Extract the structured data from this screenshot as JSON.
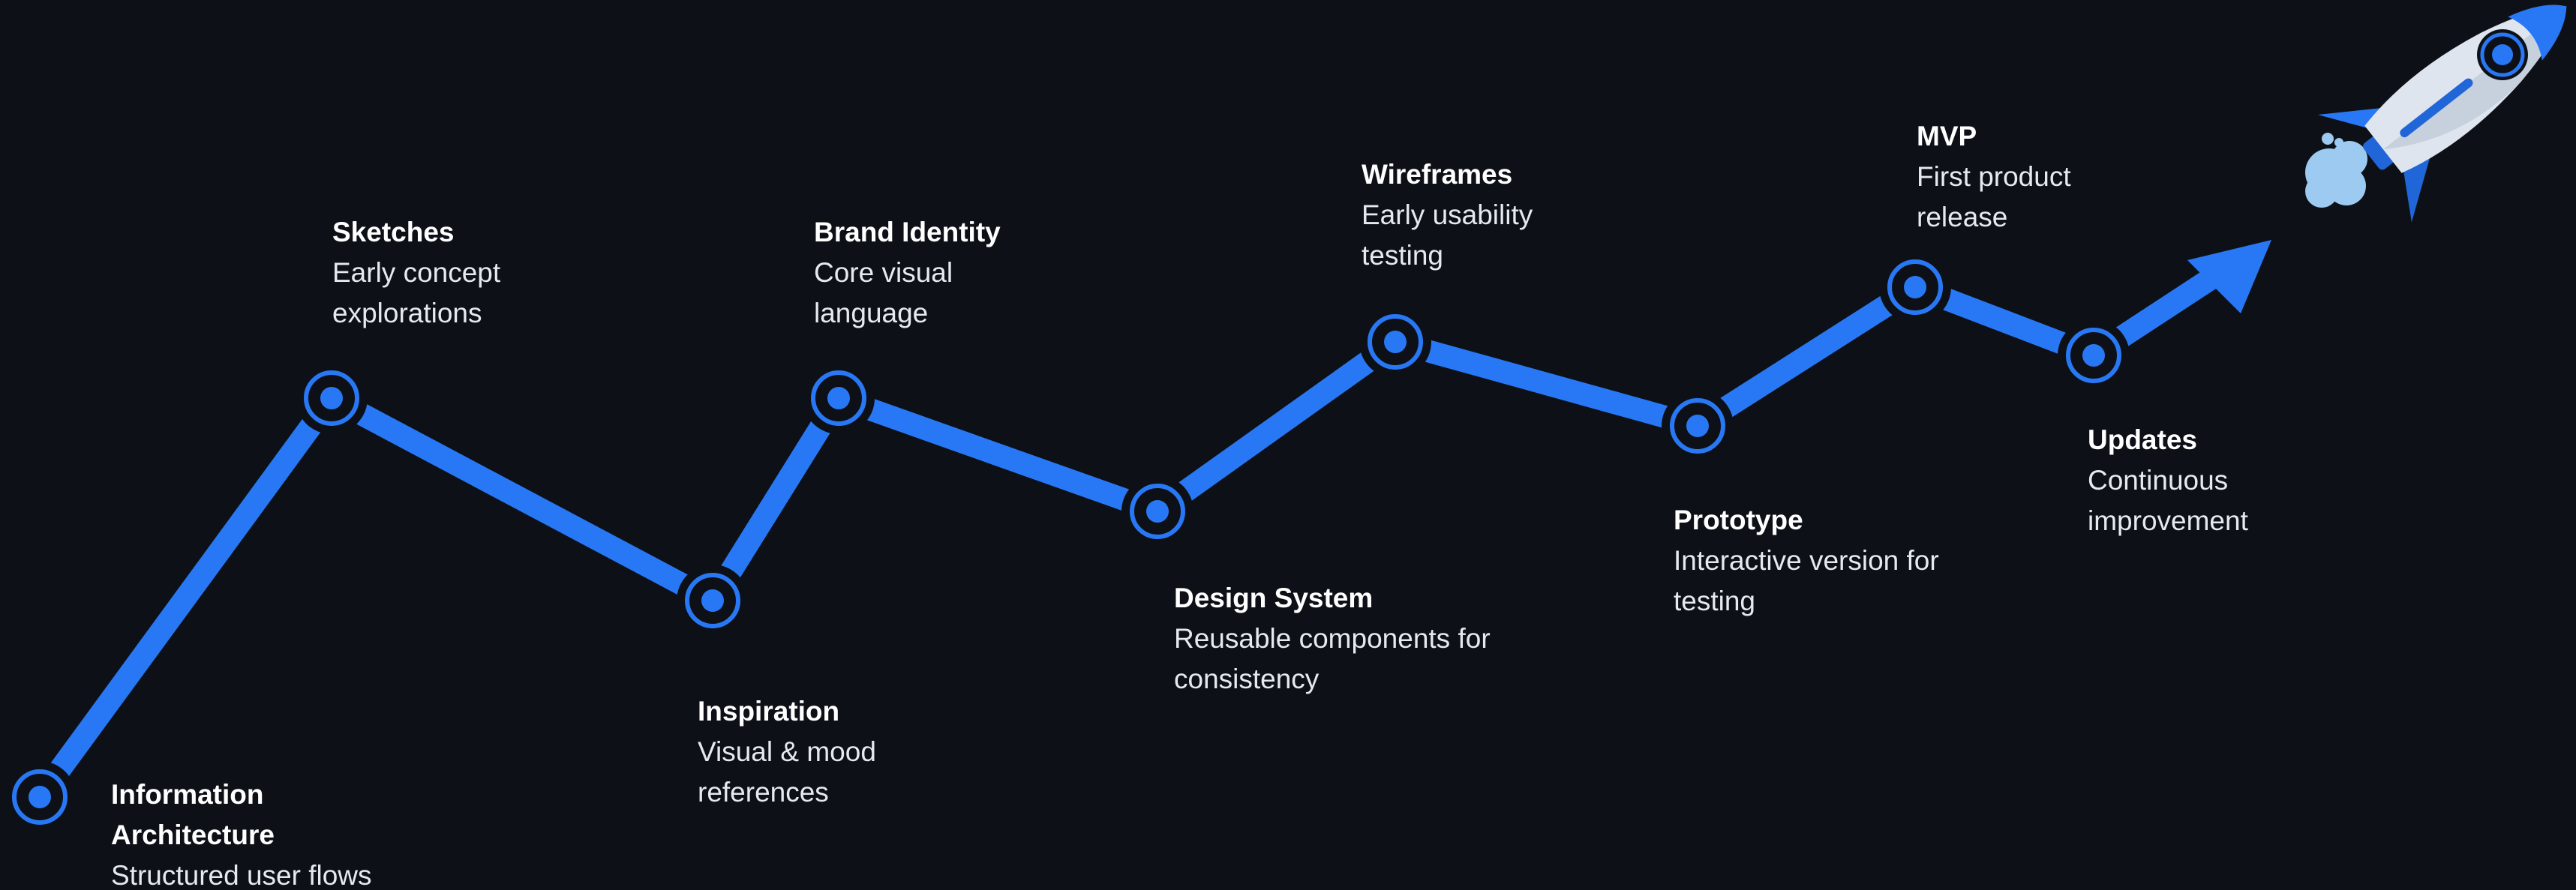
{
  "colors": {
    "background": "#0d1117",
    "accent": "#2878f5",
    "text": "#ffffff"
  },
  "milestones": [
    {
      "title": "Information Architecture",
      "description": "Structured user flows"
    },
    {
      "title": "Sketches",
      "description": "Early concept explorations"
    },
    {
      "title": "Inspiration",
      "description": "Visual & mood references"
    },
    {
      "title": "Brand Identity",
      "description": "Core visual language"
    },
    {
      "title": "Design System",
      "description": "Reusable components for consistency"
    },
    {
      "title": "Wireframes",
      "description": "Early usability testing"
    },
    {
      "title": "Prototype",
      "description": "Interactive version for testing"
    },
    {
      "title": "MVP",
      "description": "First product release"
    },
    {
      "title": "Updates",
      "description": "Continuous improvement"
    }
  ],
  "icons": {
    "endpoint": "rocket-icon",
    "direction": "arrow-head-icon",
    "node": "milestone-node-icon"
  }
}
